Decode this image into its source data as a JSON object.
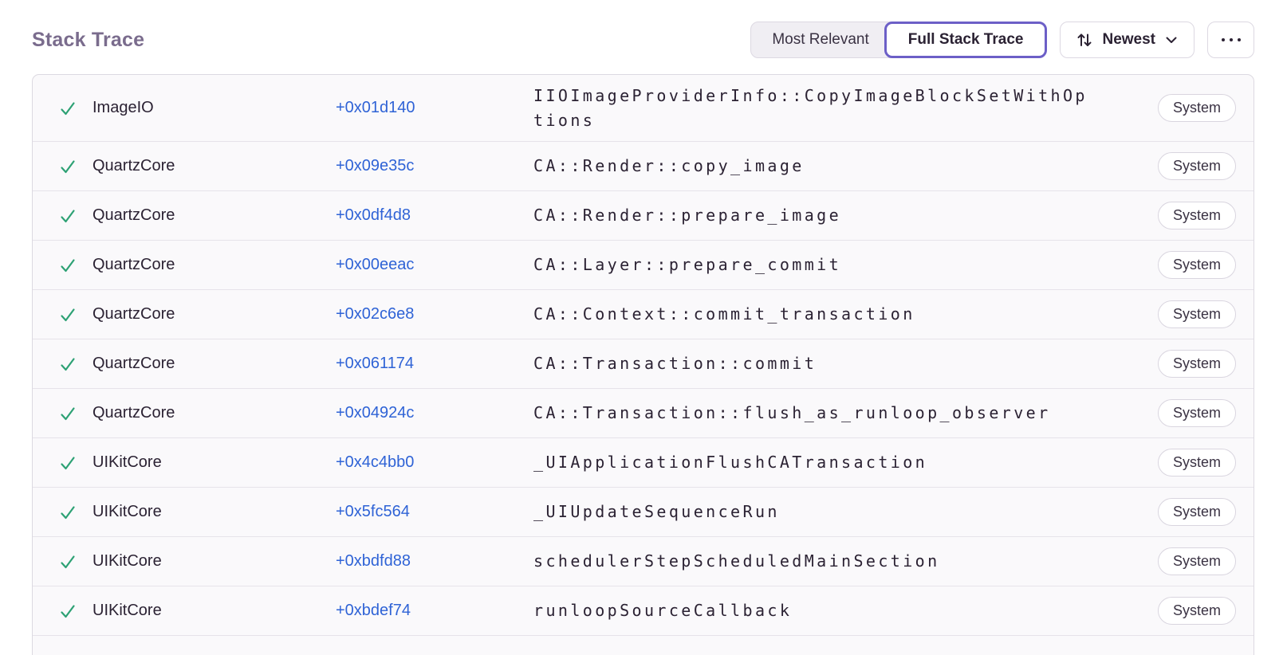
{
  "header": {
    "title": "Stack Trace",
    "view_toggle": [
      {
        "label": "Most Relevant",
        "active": false
      },
      {
        "label": "Full Stack Trace",
        "active": true
      }
    ],
    "sort_button": {
      "label": "Newest",
      "leading_icon": "sort-arrows-icon",
      "trailing_icon": "chevron-down-icon"
    },
    "more_button": {
      "icon": "ellipsis-icon"
    }
  },
  "colors": {
    "accent_purple": "#6c5fc7",
    "title_gray_purple": "#7a6c8d",
    "link_blue": "#2f63d6",
    "check_green": "#2da174",
    "row_background": "#faf9fb",
    "border": "#dcd9e1",
    "text_dark": "#2b2233"
  },
  "stack_trace": {
    "frames": [
      {
        "status_icon": "check-icon",
        "module": "ImageIO",
        "address": "+0x01d140",
        "function": "IIOImageProviderInfo::CopyImageBlockSetWithOptions",
        "tag": "System"
      },
      {
        "status_icon": "check-icon",
        "module": "QuartzCore",
        "address": "+0x09e35c",
        "function": "CA::Render::copy_image",
        "tag": "System"
      },
      {
        "status_icon": "check-icon",
        "module": "QuartzCore",
        "address": "+0x0df4d8",
        "function": "CA::Render::prepare_image",
        "tag": "System"
      },
      {
        "status_icon": "check-icon",
        "module": "QuartzCore",
        "address": "+0x00eeac",
        "function": "CA::Layer::prepare_commit",
        "tag": "System"
      },
      {
        "status_icon": "check-icon",
        "module": "QuartzCore",
        "address": "+0x02c6e8",
        "function": "CA::Context::commit_transaction",
        "tag": "System"
      },
      {
        "status_icon": "check-icon",
        "module": "QuartzCore",
        "address": "+0x061174",
        "function": "CA::Transaction::commit",
        "tag": "System"
      },
      {
        "status_icon": "check-icon",
        "module": "QuartzCore",
        "address": "+0x04924c",
        "function": "CA::Transaction::flush_as_runloop_observer",
        "tag": "System"
      },
      {
        "status_icon": "check-icon",
        "module": "UIKitCore",
        "address": "+0x4c4bb0",
        "function": "_UIApplicationFlushCATransaction",
        "tag": "System"
      },
      {
        "status_icon": "check-icon",
        "module": "UIKitCore",
        "address": "+0x5fc564",
        "function": "_UIUpdateSequenceRun",
        "tag": "System"
      },
      {
        "status_icon": "check-icon",
        "module": "UIKitCore",
        "address": "+0xbdfd88",
        "function": "schedulerStepScheduledMainSection",
        "tag": "System"
      },
      {
        "status_icon": "check-icon",
        "module": "UIKitCore",
        "address": "+0xbdef74",
        "function": "runloopSourceCallback",
        "tag": "System"
      }
    ]
  }
}
